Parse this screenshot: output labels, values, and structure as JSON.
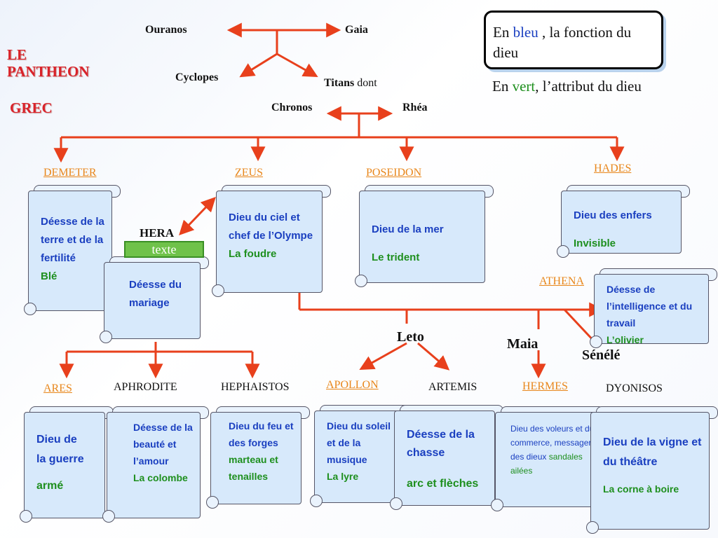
{
  "title": {
    "line1": "LE",
    "line2": "PANTHEON",
    "line3": "GREC"
  },
  "legend": {
    "blue_prefix": "En ",
    "blue_word": "bleu",
    "blue_suffix": " , la fonction du dieu",
    "green_prefix": "En ",
    "green_word": "vert",
    "green_suffix": ", l’attribut du dieu"
  },
  "top": {
    "ouranos": "Ouranos",
    "gaia": "Gaia",
    "cyclopes": "Cyclopes",
    "titans": "Titans",
    "titans_suffix": " dont",
    "chronos": "Chronos",
    "rhea": "Rhéa"
  },
  "consorts": {
    "hera": "HERA",
    "leto": "Leto",
    "maia": "Maia",
    "semele": "Sénélé"
  },
  "hera_tag": "texte",
  "gods": {
    "demeter": {
      "name": "DEMETER",
      "function": "Déesse de la terre et de la fertilité",
      "attribute": "Blé"
    },
    "zeus": {
      "name": "ZEUS",
      "function": "Dieu du ciel et chef de l’Olympe",
      "attribute": "La foudre"
    },
    "poseidon": {
      "name": "POSEIDON",
      "function": "Dieu de la mer",
      "attribute": "Le trident"
    },
    "hades": {
      "name": "HADES",
      "function": "Dieu des enfers",
      "attribute": "Invisible"
    },
    "hera": {
      "function": "Déesse du mariage"
    },
    "athena": {
      "name": "ATHENA",
      "function": "Déesse de l’intelligence et du travail",
      "attribute": "L’olivier"
    },
    "ares": {
      "name": "ARES",
      "function": "Dieu de la guerre",
      "attribute": "armé"
    },
    "aphrodite": {
      "name": "APHRODITE",
      "function": "Déesse de la beauté et l’amour",
      "attribute": "La colombe"
    },
    "hephaistos": {
      "name": "HEPHAISTOS",
      "function": "Dieu du feu et des forges",
      "attribute": "marteau et tenailles"
    },
    "apollon": {
      "name": "APOLLON",
      "function": "Dieu du soleil et de la musique",
      "attribute": "La lyre"
    },
    "artemis": {
      "name": "ARTEMIS",
      "function": "Déesse  de la chasse",
      "attribute": "arc et flèches"
    },
    "hermes": {
      "name": "HERMES",
      "function": "Dieu des voleurs et du commerce, messager des dieux",
      "attribute": "sandales ailées"
    },
    "dyonisos": {
      "name": "DYONISOS",
      "function": "Dieu de la vigne et du théâtre",
      "attribute": "La corne à boire"
    }
  },
  "colors": {
    "arrow": "#e8401c",
    "title": "#d9232a",
    "function": "#1a3fc0",
    "attribute": "#1e8f1e",
    "god_name": "#e8861a",
    "card": "#d7e9fb"
  }
}
